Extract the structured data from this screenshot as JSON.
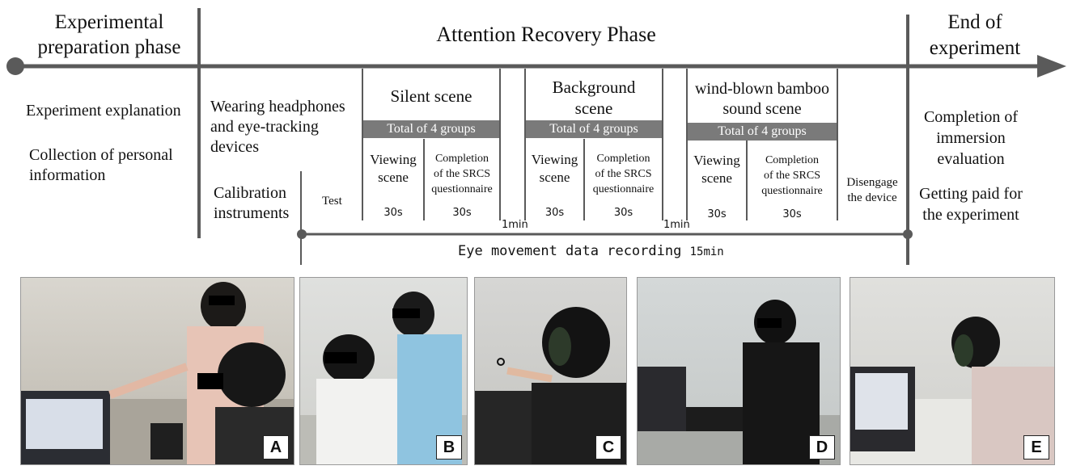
{
  "phases": {
    "prep_title": "Experimental\npreparation phase",
    "recovery_title": "Attention Recovery Phase",
    "end_title": "End of\nexperiment"
  },
  "prep": {
    "item1": "Experiment explanation",
    "item2": "Collection of personal\ninformation"
  },
  "setup": {
    "headphones": "Wearing headphones\nand eye-tracking\ndevices",
    "calibration": "Calibration\ninstruments",
    "test": "Test"
  },
  "scenes": [
    {
      "title": "Silent scene",
      "band": "Total of 4 groups",
      "view": "Viewing\nscene",
      "complete": "Completion\nof the SRCS\nquestionnaire",
      "view_time": "30s",
      "complete_time": "30s"
    },
    {
      "title": "Background\nscene",
      "band": "Total of 4 groups",
      "view": "Viewing\nscene",
      "complete": "Completion\nof the SRCS\nquestionnaire",
      "view_time": "30s",
      "complete_time": "30s"
    },
    {
      "title": "wind-blown bamboo\nsound scene",
      "band": "Total of 4 groups",
      "view": "Viewing\nscene",
      "complete": "Completion\nof the SRCS\nquestionnaire",
      "view_time": "30s",
      "complete_time": "30s"
    }
  ],
  "breaks": [
    "1min",
    "1min"
  ],
  "disengage": "Disengage\nthe device",
  "end": {
    "item1": "Completion of\nimmersion\nevaluation",
    "item2": "Getting paid for\nthe experiment"
  },
  "recording": {
    "label": "Eye movement data recording",
    "duration": "15min"
  },
  "photos": [
    "A",
    "B",
    "C",
    "D",
    "E"
  ],
  "colors": {
    "line": "#5a5a5a",
    "band": "#7a7a7a"
  }
}
